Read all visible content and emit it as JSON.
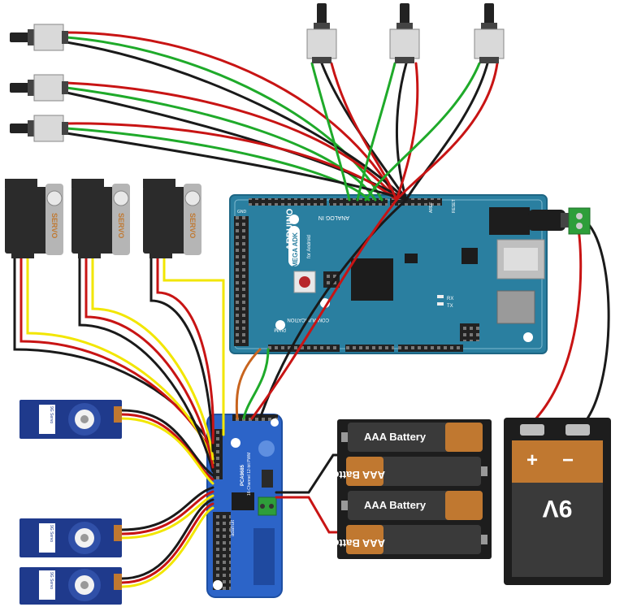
{
  "colors": {
    "wire_red": "#c81414",
    "wire_black": "#1a1a1a",
    "wire_green": "#1faa2a",
    "wire_yellow": "#f2e600",
    "wire_orange": "#c8641e",
    "board_arduino": "#2a7fa0",
    "board_pca": "#2c64c8",
    "servo_black": "#2b2b2b",
    "servo_blue": "#1f3a8c",
    "battery_copper": "#c07830",
    "battery_body": "#3a3a3a"
  },
  "arduino": {
    "brand": "ARDUINO",
    "model": "MEGA ADK",
    "subtitle": "for Android",
    "label_analog_in": "ANALOG IN",
    "label_communication": "COMMUNICATION",
    "label_pwm": "PWM",
    "label_tx": "TX",
    "label_rx": "RX",
    "label_reset": "RESET",
    "label_aref": "AREF",
    "label_gnd": "GND"
  },
  "servos_black": [
    {
      "label": "SERVO"
    },
    {
      "label": "SERVO"
    },
    {
      "label": "SERVO"
    }
  ],
  "servos_blue": [
    {
      "label": "9G Servo"
    },
    {
      "label": "9G Servo"
    },
    {
      "label": "9G Servo"
    }
  ],
  "pca_board": {
    "title": "PCA9685",
    "subtitle": "16-Channel 12-bit PWM",
    "maker": "adafruit"
  },
  "aaa_pack": {
    "cells": [
      {
        "label": "AAA Battery"
      },
      {
        "label": "AAA Battery"
      },
      {
        "label": "AAA Battery"
      },
      {
        "label": "AAA Battery"
      }
    ]
  },
  "battery_9v": {
    "plus": "+",
    "minus": "−",
    "voltage": "9V"
  }
}
